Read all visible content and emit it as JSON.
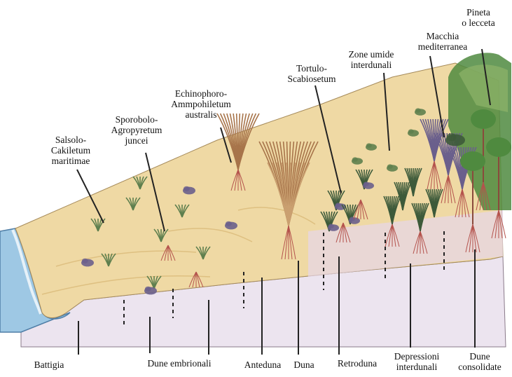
{
  "colors": {
    "sand": "#efd9a4",
    "sand_dark": "#d9b978",
    "section_face": "#ece4ef",
    "sea": "#9ec8e4",
    "plant_green": "#5e7f4e",
    "plant_dark": "#3d5a3a",
    "plant_purple": "#6a5f8c",
    "grass_brown": "#a7744a",
    "root_red": "#b4524c",
    "forest_green": "#4f8a3f"
  },
  "vegetation_labels": [
    {
      "id": "salsolo",
      "text": "Salsolo-\nCakiletum\nmaritimae"
    },
    {
      "id": "sporobolo",
      "text": "Sporobolo-\nAgropyretum\njuncei"
    },
    {
      "id": "echinophoro",
      "text": "Echinophoro-\nAmmpohiletum\naustralis"
    },
    {
      "id": "tortulo",
      "text": "Tortulo-\nScabiosetum"
    },
    {
      "id": "zone-umide",
      "text": "Zone umide\ninterdunali"
    },
    {
      "id": "macchia",
      "text": "Macchia\nmediterranea"
    },
    {
      "id": "pineta",
      "text": "Pineta\no lecceta"
    }
  ],
  "zone_labels": [
    {
      "id": "battigia",
      "text": "Battigia"
    },
    {
      "id": "dune-embrionali",
      "text": "Dune embrionali"
    },
    {
      "id": "anteduna",
      "text": "Anteduna"
    },
    {
      "id": "duna",
      "text": "Duna"
    },
    {
      "id": "retroduna",
      "text": "Retroduna"
    },
    {
      "id": "depressioni",
      "text": "Depressioni\ninterdunali"
    },
    {
      "id": "dune-consolidate",
      "text": "Dune\nconsolidate"
    }
  ]
}
